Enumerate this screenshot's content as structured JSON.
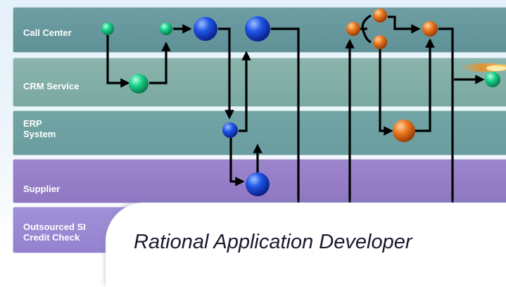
{
  "lanes": [
    {
      "label": "Call Center"
    },
    {
      "label": "CRM Service"
    },
    {
      "label": "ERP\nSystem"
    },
    {
      "label": "Supplier"
    },
    {
      "label": "Outsourced SI\nCredit Check"
    }
  ],
  "product_title": "Rational Application Developer",
  "colors": {
    "green_node": "#19d28a",
    "blue_node": "#1746d8",
    "orange_node": "#e8701c",
    "arrow": "#000000",
    "flare": "#f08a1c"
  }
}
